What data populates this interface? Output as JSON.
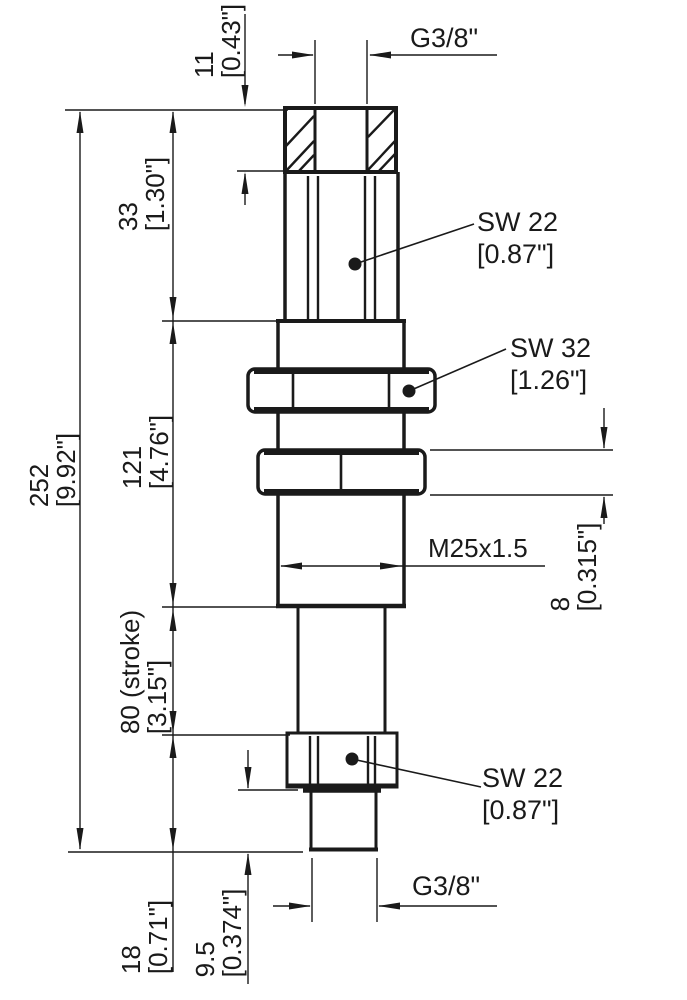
{
  "drawing": {
    "description": "Industrial shock absorber side-view technical drawing with metric and inch dimensions",
    "colors": {
      "ink": "#1a1a1a",
      "background": "#ffffff"
    },
    "labels": {
      "g38_top": "G3/8\"",
      "sw22_top": {
        "l1": "SW 22",
        "l2": "[0.87\"]"
      },
      "sw32": {
        "l1": "SW 32",
        "l2": "[1.26\"]"
      },
      "m25": "M25x1.5",
      "sw22_bottom": {
        "l1": "SW 22",
        "l2": "[0.87\"]"
      },
      "g38_bottom": "G3/8\""
    },
    "dims": {
      "d11": {
        "mm": "11",
        "inch": "[0.43\"]"
      },
      "d33": {
        "mm": "33",
        "inch": "[1.30\"]"
      },
      "d252": {
        "mm": "252",
        "inch": "[9.92\"]"
      },
      "d121": {
        "mm": "121",
        "inch": "[4.76\"]"
      },
      "d80": {
        "mm": "80 (stroke)",
        "inch": "[3.15\"]"
      },
      "d18": {
        "mm": "18",
        "inch": "[0.71\"]"
      },
      "d95": {
        "mm": "9.5",
        "inch": "[0.374\"]"
      },
      "d8": {
        "mm": "8",
        "inch": "[0.315\"]"
      }
    }
  }
}
